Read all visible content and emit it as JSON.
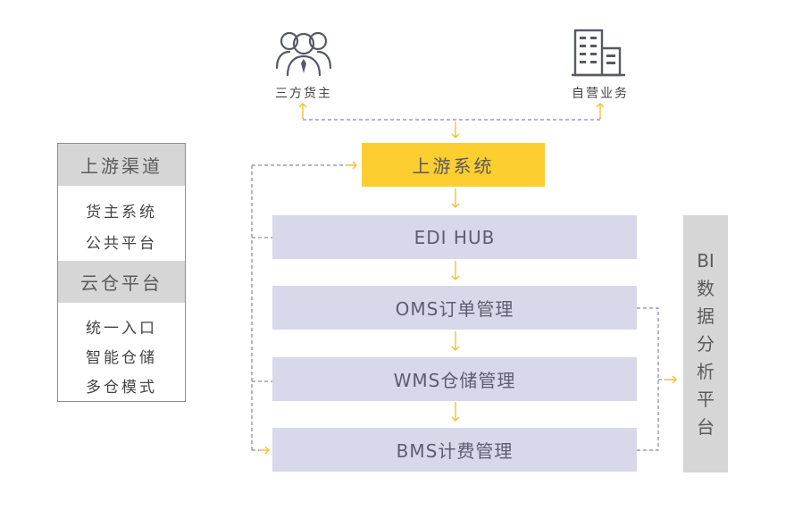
{
  "left_panel": {
    "channels_heading": "上游渠道",
    "channels_items": [
      "货主系统",
      "公共平台"
    ],
    "cloud_heading": "云仓平台",
    "cloud_items": [
      "统一入口",
      "智能仓储",
      "多仓模式"
    ]
  },
  "top": {
    "owner_label": "三方货主",
    "self_label": "自营业务",
    "owner_icon": "users-icon",
    "self_icon": "building-icon"
  },
  "flow": {
    "upstream": "上游系统",
    "edi": "EDI HUB",
    "oms": "OMS订单管理",
    "wms": "WMS仓储管理",
    "bms": "BMS计费管理"
  },
  "bi": {
    "chars": [
      "BI",
      "数",
      "据",
      "分",
      "析",
      "平",
      "台"
    ]
  },
  "colors": {
    "accent_yellow": "#fcce2f",
    "box_lavender": "#d7d9ea",
    "dash_purple": "#6d6a9a",
    "gray_panel": "#d6d6d6"
  }
}
